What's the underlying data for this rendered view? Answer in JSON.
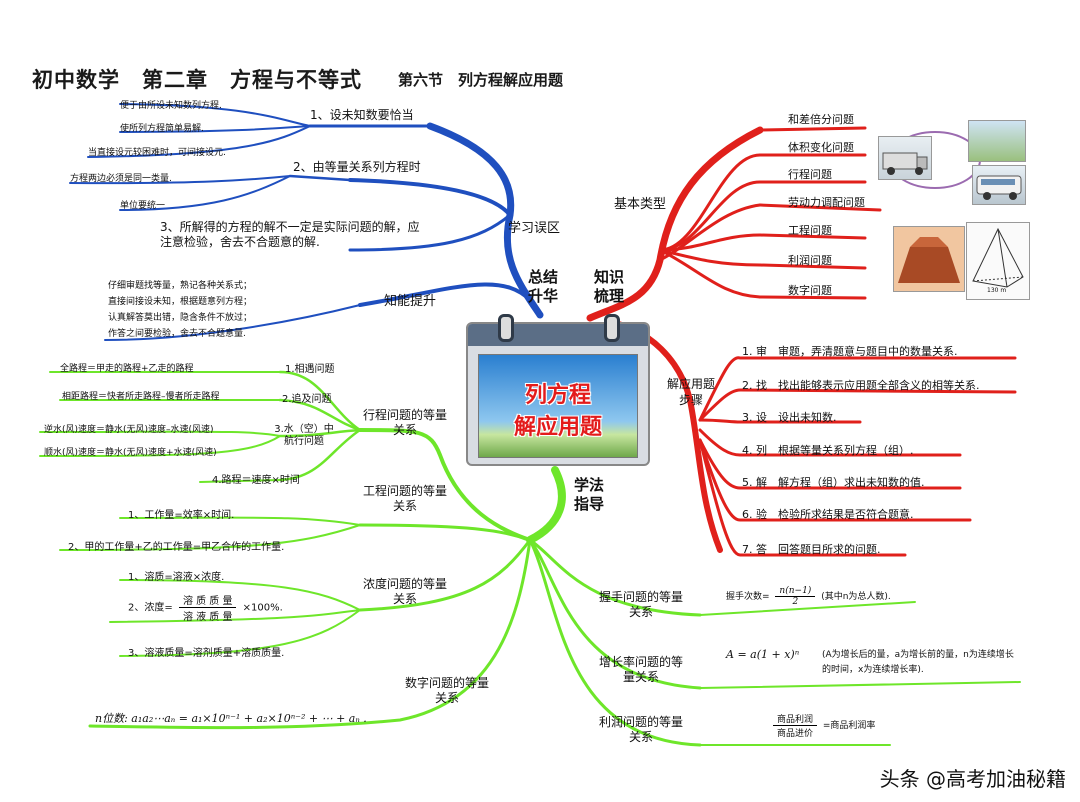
{
  "header": {
    "title": "初中数学　第二章　方程与不等式",
    "subtitle": "第六节　列方程解应用题"
  },
  "center": {
    "line1": "列方程",
    "line2": "解应用题"
  },
  "summary": {
    "hub": "总结 升华",
    "pitfalls": {
      "label": "学习误区",
      "items": [
        {
          "text": "1、设未知数要恰当",
          "subs": [
            "便于由所设未知数列方程.",
            "使所列方程简单易解.",
            "当直接设元较困难时，可间接设元."
          ]
        },
        {
          "text": "2、由等量关系列方程时",
          "subs": [
            "方程两边必须是同一类量.",
            "单位要统一"
          ]
        },
        {
          "text": "3、所解得的方程的解不一定是实际问题的解，应注意检验，舍去不合题意的解.",
          "subs": []
        }
      ]
    },
    "ability": {
      "label": "知能提升",
      "lines": [
        "仔细审题找等量，熟记各种关系式；",
        "直接间接设未知，根据题意列方程；",
        "认真解答莫出错，隐含条件不放过；",
        "作答之间要检验，舍去不合题意量."
      ]
    }
  },
  "knowledge": {
    "hub": "知识 梳理",
    "types": {
      "label": "基本类型",
      "items": [
        "和差倍分问题",
        "体积变化问题",
        "行程问题",
        "劳动力调配问题",
        "工程问题",
        "利润问题",
        "数字问题"
      ]
    },
    "steps": {
      "label": "解应用题步骤",
      "items": [
        "1. 审　审题，弄清题意与题目中的数量关系.",
        "2. 找　找出能够表示应用题全部含义的相等关系.",
        "3. 设　设出未知数.",
        "4. 列　根据等量关系列方程（组）.",
        "5. 解　解方程（组）求出未知数的值.",
        "6. 验　检验所求结果是否符合题意.",
        "7. 答　回答题目所求的问题."
      ]
    },
    "figure_label": "130 m"
  },
  "method": {
    "hub": "学法 指导",
    "travel": {
      "label": "行程问题的等量关系",
      "items": [
        {
          "text": "1.相遇问题",
          "subs": [
            "全路程＝甲走的路程+乙走的路程"
          ]
        },
        {
          "text": "2.追及问题",
          "subs": [
            "相距路程＝快者所走路程–慢者所走路程"
          ]
        },
        {
          "text": "3.水（空）中航行问题",
          "subs": [
            "逆水(风)速度＝静水(无风)速度–水速(风速)",
            "顺水(风)速度＝静水(无风)速度+水速(风速)"
          ]
        },
        {
          "text": "4.路程＝速度×时间",
          "subs": []
        }
      ]
    },
    "work": {
      "label": "工程问题的等量关系",
      "items": [
        "1、工作量=效率×时间.",
        "2、甲的工作量+乙的工作量=甲乙合作的工作量."
      ]
    },
    "concentration": {
      "label": "浓度问题的等量关系",
      "item1": "1、溶质=溶液×浓度.",
      "item2_prefix": "2、浓度=",
      "item2_num": "溶 质 质 量",
      "item2_den": "溶 液 质 量",
      "item2_suffix": "×100%.",
      "item3": "3、溶液质量=溶剂质量+溶质质量."
    },
    "digits": {
      "label": "数字问题的等量关系",
      "formula": "n位数: a₁a₂⋯aₙ = a₁×10ⁿ⁻¹ + a₂×10ⁿ⁻² + ⋯ + aₙ ."
    },
    "handshake": {
      "label": "握手问题的等量关系",
      "prefix": "握手次数=",
      "num": "n(n−1)",
      "den": "2",
      "suffix": "(其中n为总人数)."
    },
    "growth": {
      "label": "增长率问题的等量关系",
      "formula": "A = a(1 + x)ⁿ",
      "note": "(A为增长后的量，a为增长前的量，n为连续增长的时间，x为连续增长率)."
    },
    "profit": {
      "label": "利润问题的等量关系",
      "num": "商品利润",
      "den": "商品进价",
      "suffix": "=商品利润率"
    }
  },
  "watermark": "头条 @高考加油秘籍",
  "colors": {
    "blue": "#1f4fbf",
    "red": "#e0201b",
    "green": "#6ee62a"
  }
}
